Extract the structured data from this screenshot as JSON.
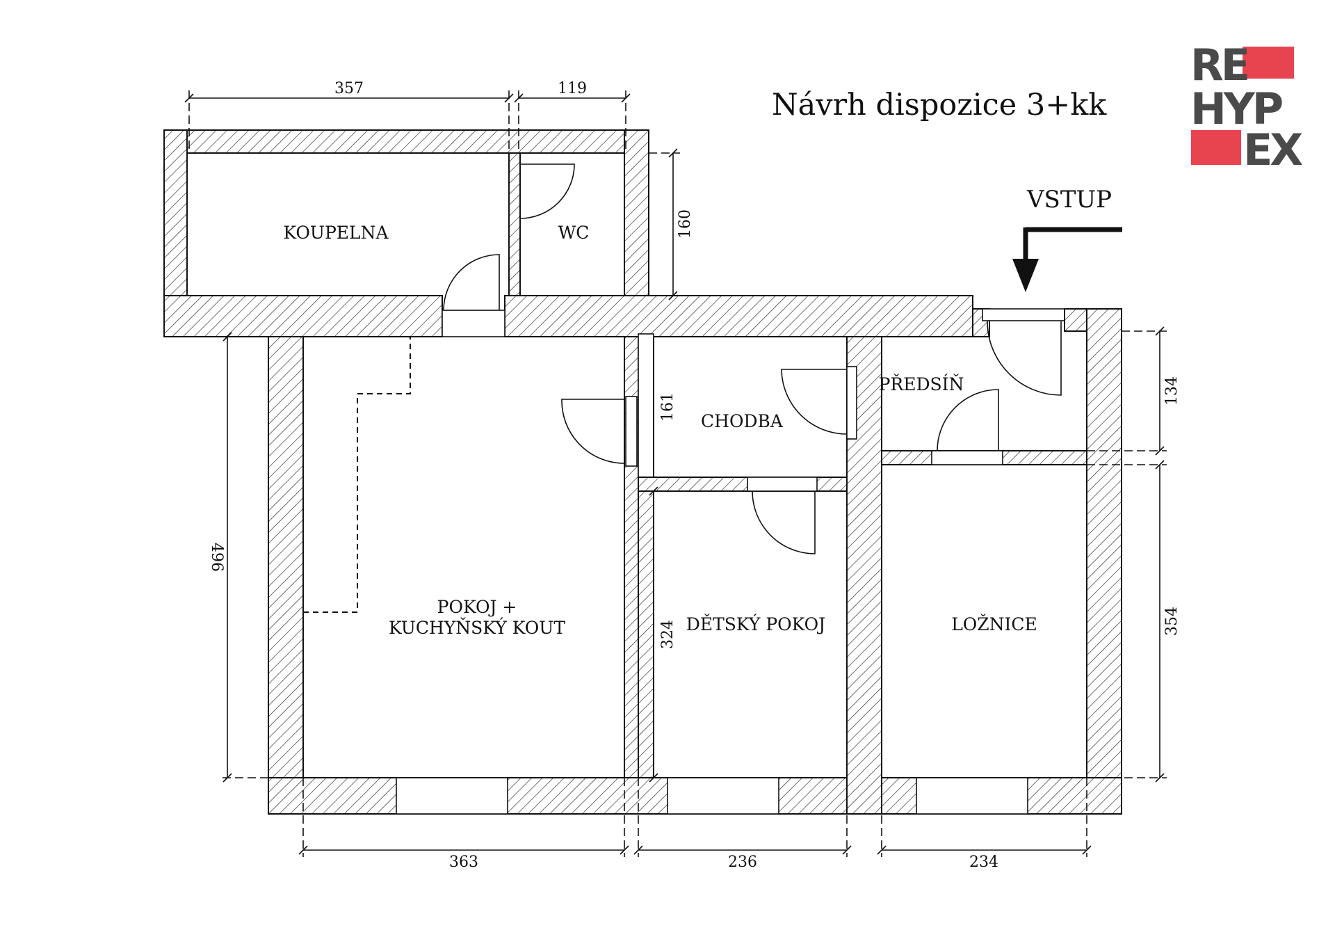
{
  "title": "Návrh dispozice 3+kk",
  "entrance_label": "VSTUP",
  "logo": {
    "lines": [
      "RE",
      "HYP",
      "EX"
    ],
    "text_color": "#4a4a4a",
    "accent_color": "#e8444f"
  },
  "rooms": {
    "koupelna": "KOUPELNA",
    "wc": "WC",
    "chodba": "CHODBA",
    "predsin": "PŘEDSÍŇ",
    "pokoj_line1": "POKOJ +",
    "pokoj_line2": "KUCHYŇSKÝ KOUT",
    "detsky_pokoj": "DĚTSKÝ POKOJ",
    "loznice": "LOŽNICE"
  },
  "dimensions": {
    "koupelna_width": "357",
    "wc_width": "119",
    "wc_depth": "160",
    "pokoj_depth": "496",
    "chodba_depth": "161",
    "predsin_depth": "134",
    "detsky_depth": "324",
    "loznice_depth": "354",
    "pokoj_width": "363",
    "detsky_width": "236",
    "loznice_width": "234"
  }
}
